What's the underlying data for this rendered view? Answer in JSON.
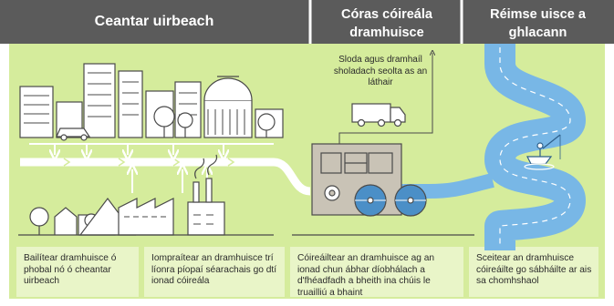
{
  "headers": {
    "urban": "Ceantar uirbeach",
    "treatment": "Córas cóireála dramhuisce",
    "water": "Réimse uisce a ghlacann"
  },
  "sludge_note": "Sloda agus dramhaíl sholadach seolta as an láthair",
  "captions": [
    "Bailítear dramhuisce ó phobal nó ó cheantar uirbeach",
    "Iompraítear an dramhuisce trí líonra píopaí séarachais go dtí ionad cóireála",
    "Cóireáiltear an dramhuisce ag an ionad chun ábhar díobhálach a d'fhéadfadh a bheith ina chúis le truailliú a bhaint",
    "Sceitear an dramhuisce cóireáilte go sábháilte ar ais sa chomhshaol"
  ],
  "colors": {
    "header_bg": "#5b5b5b",
    "panel_bg": "#d5ec9c",
    "caption_bg": "#e9f5c8",
    "river": "#78b7e6",
    "outline": "#4a4a4a",
    "tank_fill": "#c9c3b6",
    "clarifier": "#4b8fc7"
  },
  "icons": [
    "city-buildings-icon",
    "car-icon",
    "tree-icon",
    "factory-icon",
    "houses-icon",
    "truck-icon",
    "treatment-plant-icon",
    "boat-fisher-icon",
    "sewer-pipe-arrows-icon"
  ]
}
